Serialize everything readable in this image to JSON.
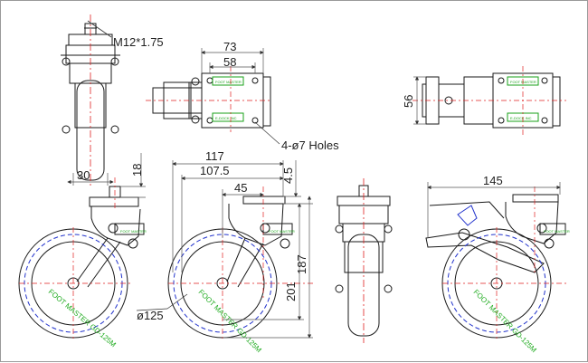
{
  "dimensions": {
    "thread": "M12*1.75",
    "plate_width": "73",
    "hole_spacing_x": "58",
    "holes": "4-ø7 Holes",
    "plate_length": "56",
    "wheel_width": "30",
    "stem_length": "18",
    "offset_117": "117",
    "offset_107_5": "107.5",
    "plate_thickness": "4.5",
    "plate_dist": "45",
    "wheel_diameter": "ø125",
    "height_201": "201",
    "height_187": "187",
    "brake_width": "145"
  },
  "labels": {
    "plate_top_left": "FOOT MASTER",
    "plate_bottom_left": "E-DOCK INC",
    "plate_top_right": "FOOT MASTER",
    "plate_bottom_right": "E-DOCK INC",
    "bracket_1": "FOOT MASTER",
    "bracket_2": "FOOT MASTER",
    "bracket_3": "FOOT MASTER",
    "wheel_text_1": "FOOT MASTER GD-125M",
    "wheel_text_2": "FOOT MASTER GD-125M",
    "wheel_text_3": "FOOT MASTER GD-125M"
  },
  "colors": {
    "line": "#1a1a1a",
    "center": "#e02020",
    "brand": "#1daa1d",
    "dashed_circle": "#2233cc",
    "dimension": "#555555"
  }
}
